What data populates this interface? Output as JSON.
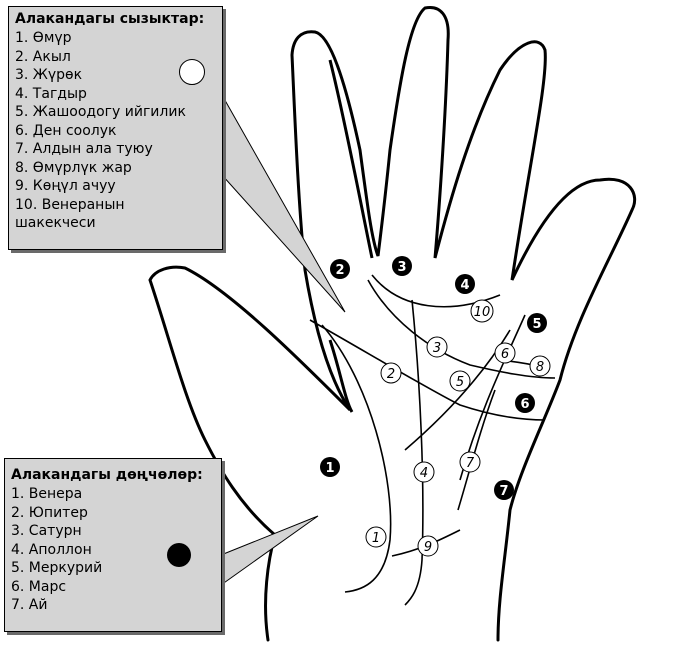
{
  "lines_box": {
    "title": "Алакандагы сызыктар:",
    "items": [
      "1. Өмүр",
      "2. Акыл",
      "3. Жүрөк",
      "4. Тагдыр",
      "5. Жашоодогу ийгилик",
      "6. Ден соолук",
      "7. Алдын ала туюу",
      "8. Өмүрлүк жар",
      "9. Көңүл ачуу",
      "10. Венеранын шакекчеси"
    ]
  },
  "mounts_box": {
    "title": "Алакандагы дөңчөлөр:",
    "items": [
      "1. Венера",
      "2. Юпитер",
      "3. Сатурн",
      "4. Аполлон",
      "5. Меркурий",
      "6. Марс",
      "7. Ай"
    ]
  },
  "hand_labels": {
    "line_markers": [
      "1",
      "2",
      "3",
      "4",
      "5",
      "6",
      "7",
      "8",
      "9",
      "10"
    ],
    "mount_markers": [
      "1",
      "2",
      "3",
      "4",
      "5",
      "6",
      "7"
    ]
  },
  "colors": {
    "box_fill": "#d4d4d4",
    "ink": "#000000"
  }
}
